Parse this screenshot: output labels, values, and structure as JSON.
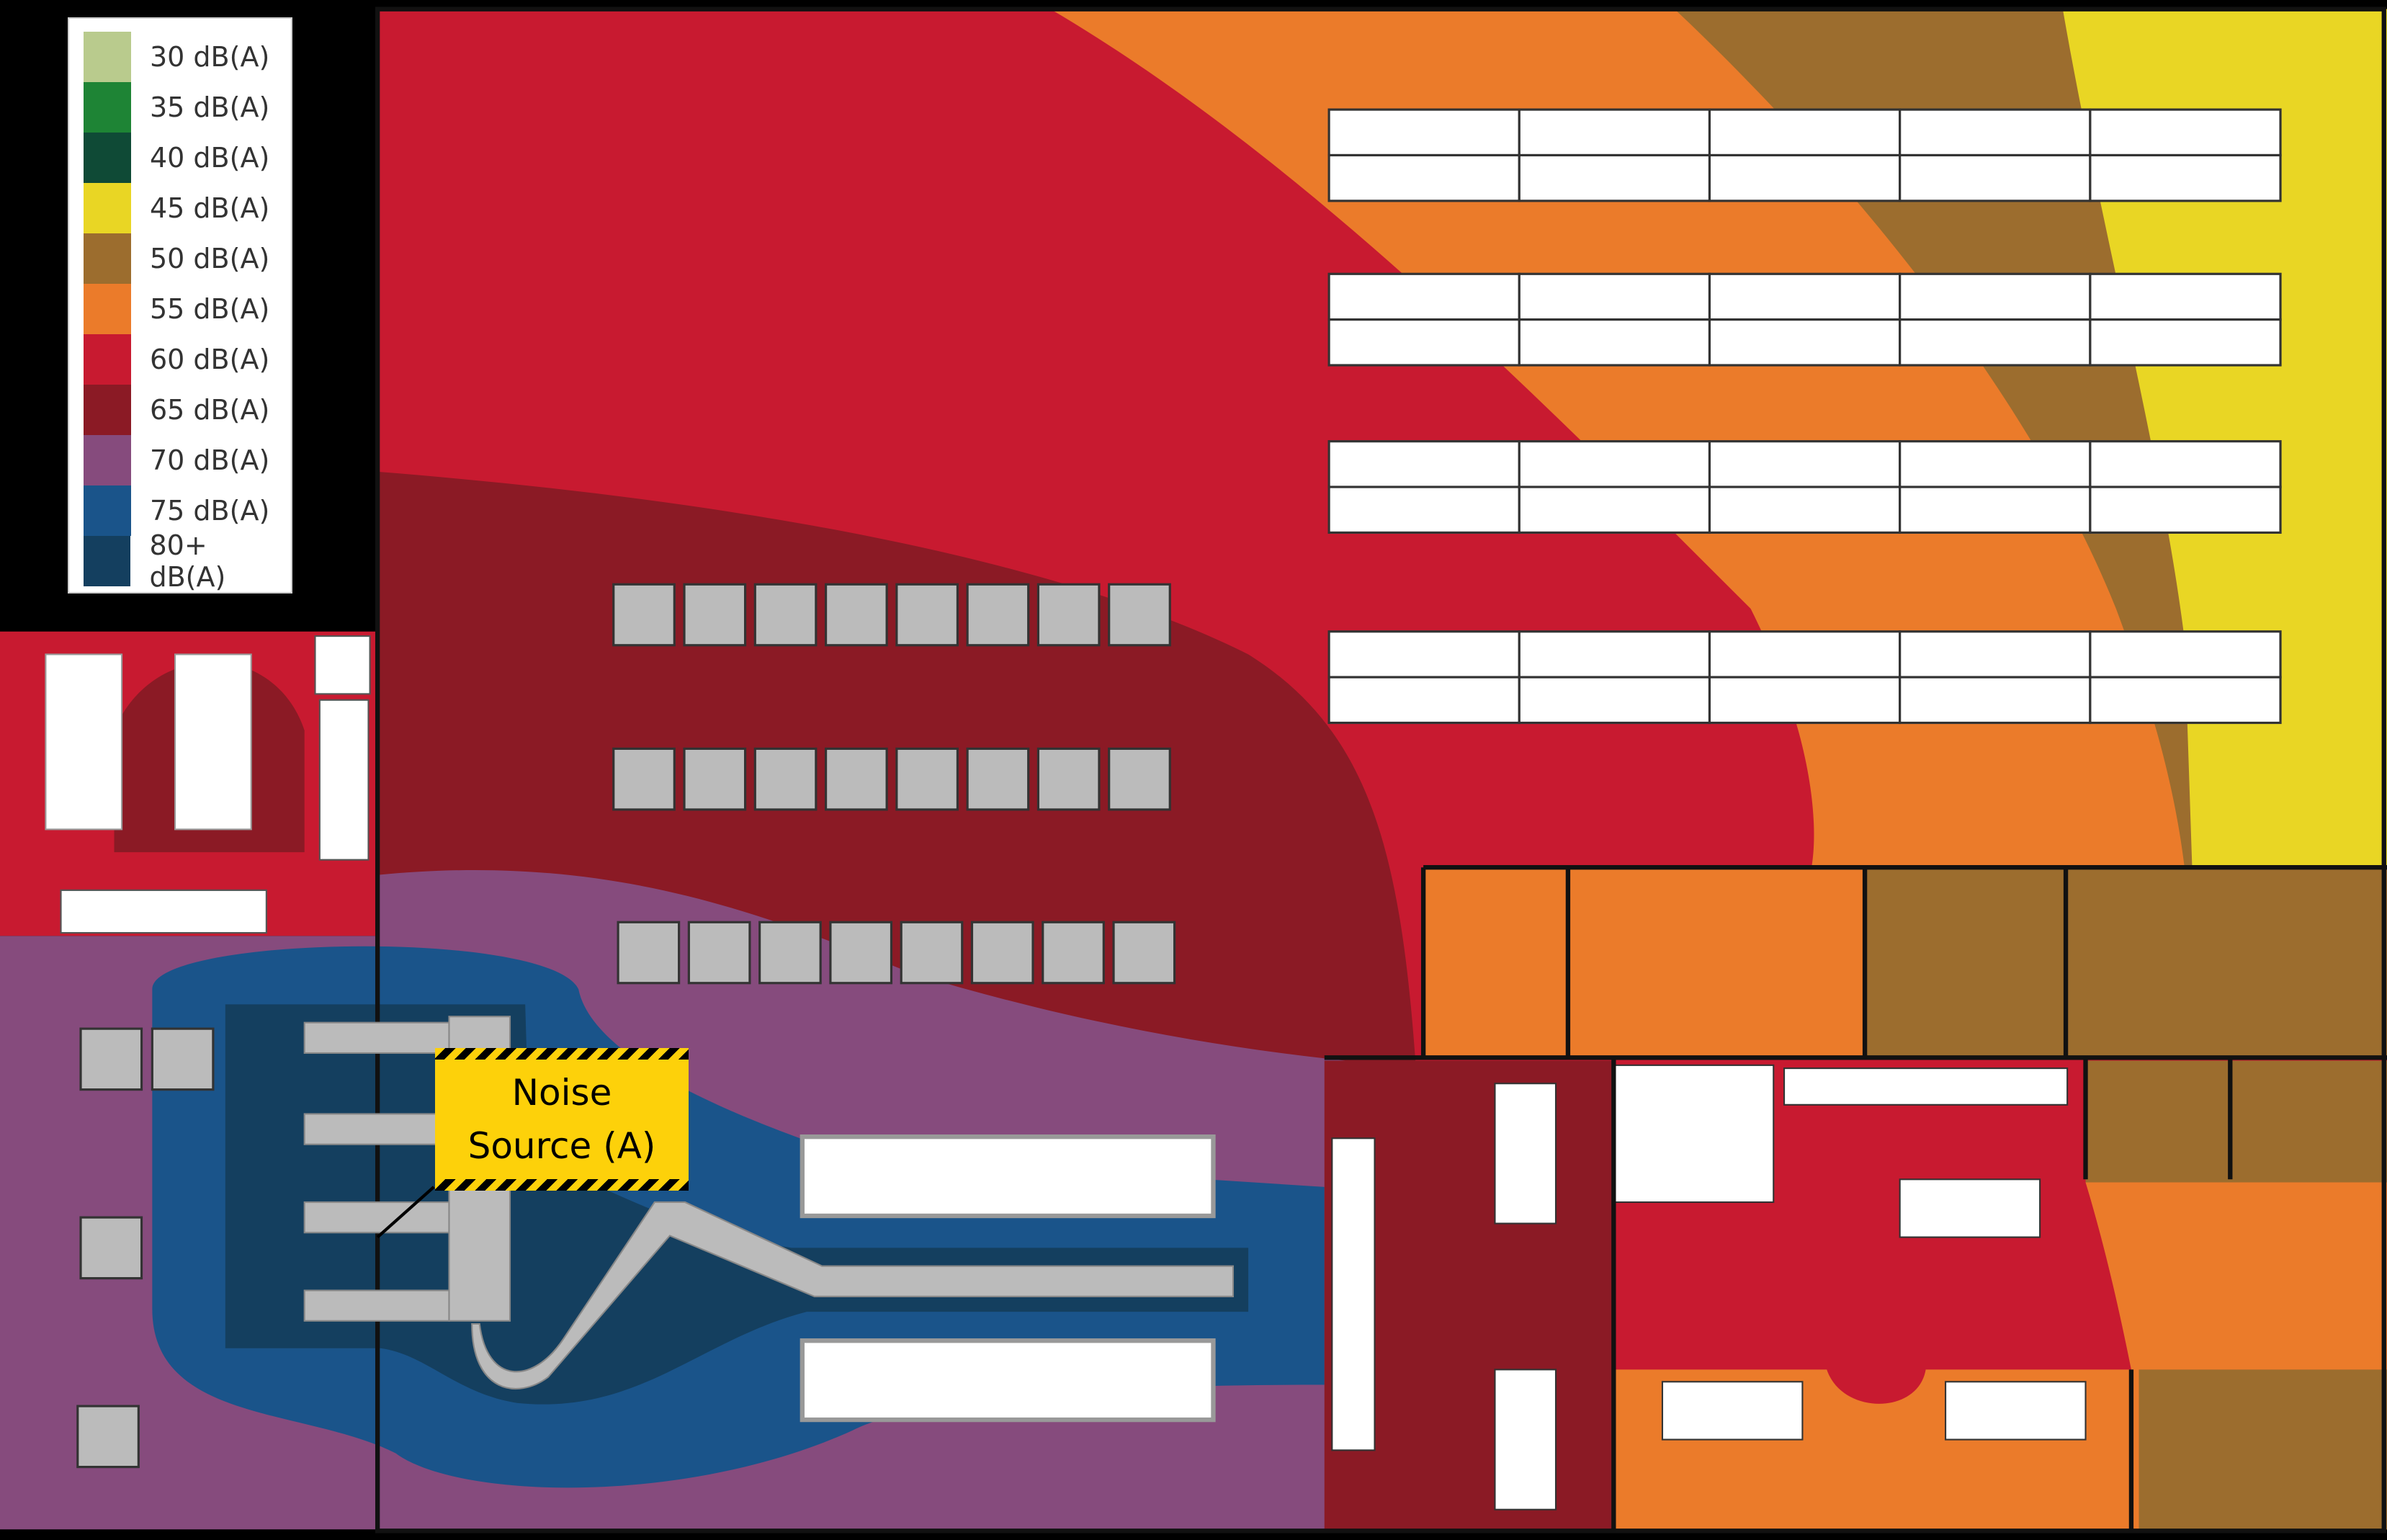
{
  "legend": {
    "items": [
      {
        "label": "30 dB(A)",
        "color": "#b9cb8d"
      },
      {
        "label": "35 dB(A)",
        "color": "#1e8435"
      },
      {
        "label": "40 dB(A)",
        "color": "#0f4a36"
      },
      {
        "label": "45 dB(A)",
        "color": "#e9d624"
      },
      {
        "label": "50 dB(A)",
        "color": "#9c6d2e"
      },
      {
        "label": "55 dB(A)",
        "color": "#eb7b2a"
      },
      {
        "label": "60 dB(A)",
        "color": "#c81a30"
      },
      {
        "label": "65 dB(A)",
        "color": "#8b1a25"
      },
      {
        "label": "70 dB(A)",
        "color": "#864b7d"
      },
      {
        "label": "75 dB(A)",
        "color": "#1a548a"
      },
      {
        "label": "80+ dB(A)",
        "color": "#143f5f"
      }
    ]
  },
  "noise_source": {
    "line1": "Noise",
    "line2": "Source (A)"
  }
}
